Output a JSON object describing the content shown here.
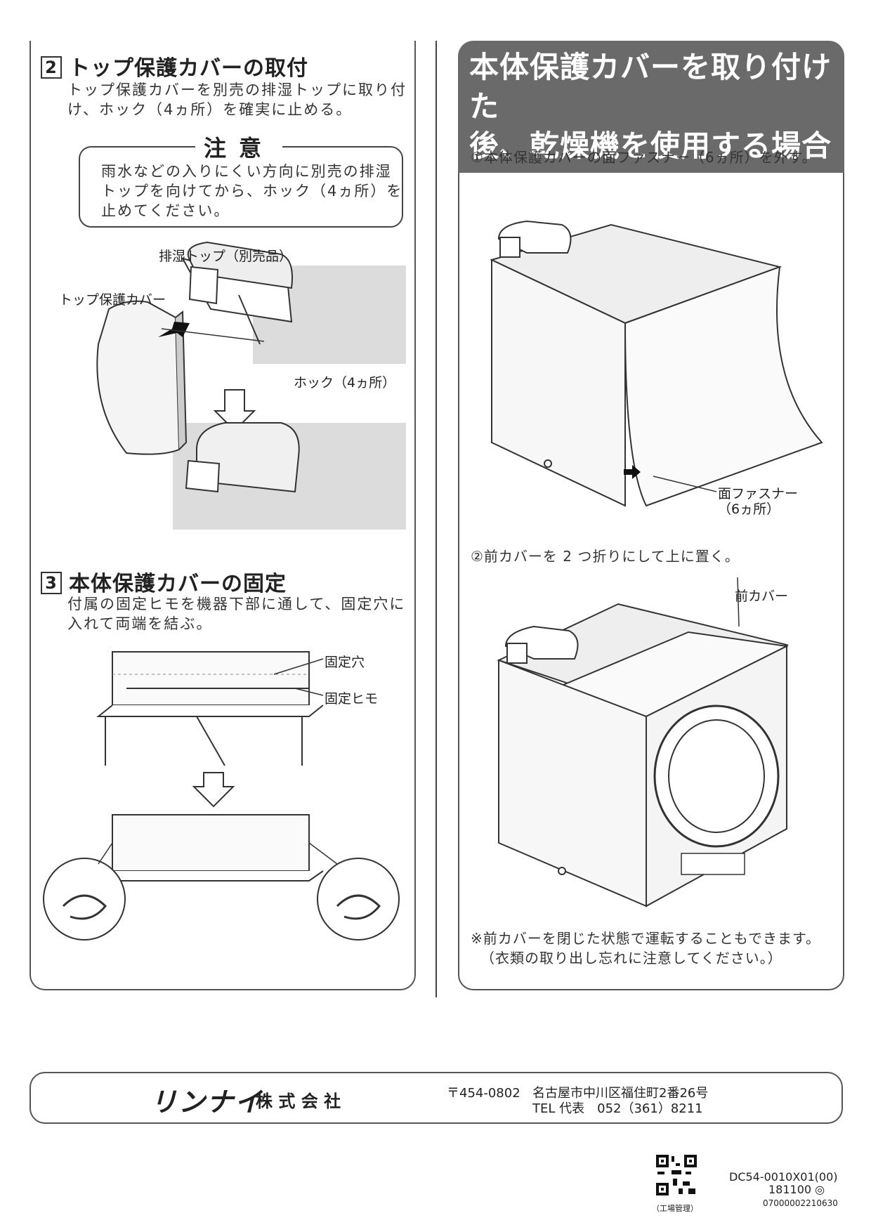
{
  "section2": {
    "num": "2",
    "title": "トップ保護カバーの取付",
    "line1": "トップ保護カバーを別売の排湿トップに取り付",
    "line2": "け、ホック（4ヵ所）を確実に止める。"
  },
  "caution": {
    "title": "注意",
    "line1": "雨水などの入りにくい方向に別売の排湿",
    "line2": "トップを向けてから、ホック（4ヵ所）を",
    "line3": "止めてください。"
  },
  "fig1": {
    "exhaust_top": "排湿トップ（別売品）",
    "top_cover": "トップ保護カバー",
    "hooks": "ホック（4ヵ所）"
  },
  "section3": {
    "num": "3",
    "title": "本体保護カバーの固定",
    "line1": "付属の固定ヒモを機器下部に通して、固定穴に",
    "line2": "入れて両端を結ぶ。"
  },
  "fig2": {
    "hole": "固定穴",
    "string": "固定ヒモ"
  },
  "right": {
    "title_line1": "本体保護カバーを取り付けた",
    "title_line2": "後、乾燥機を使用する場合",
    "step1": "①本体保護カバーの面ファスナー（6ヵ所）を外す。",
    "fastener_l1": "面ファスナー",
    "fastener_l2": "（6ヵ所）",
    "step2": "②前カバーを 2 つ折りにして上に置く。",
    "front_cover": "前カバー",
    "note1": "※前カバーを閉じた状態で運転することもできます。",
    "note2": "（衣類の取り出し忘れに注意してください。）"
  },
  "footer": {
    "brand": "リンナイ",
    "company": "株 式 会 社",
    "postal": "〒454-0802",
    "address": "名古屋市中川区福住町2番26号",
    "tel": "TEL 代表　052（361）8211",
    "qr_caption": "（工場管理）",
    "doc_code": "DC54-0010X01(00)",
    "date_code": "181100 ◎",
    "barcode_num": "0700000221063​0"
  }
}
